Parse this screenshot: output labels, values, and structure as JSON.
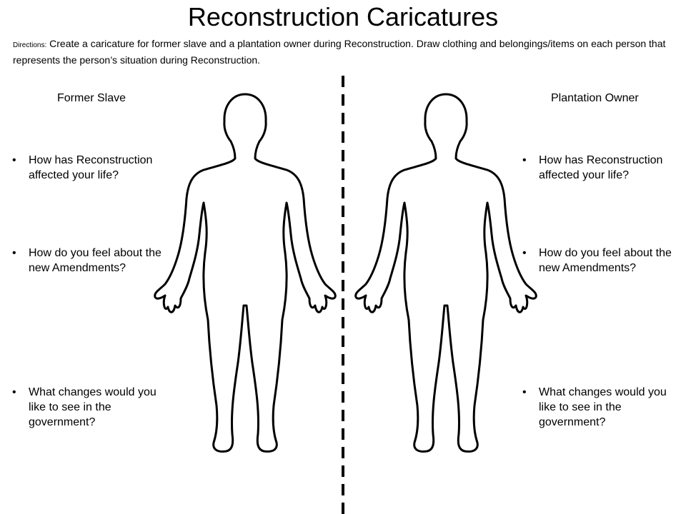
{
  "title": "Reconstruction Caricatures",
  "directions": {
    "label": "Directions:",
    "text": " Create a caricature for former slave and a plantation owner during Reconstruction. Draw clothing and belongings/items on each person that represents the person’s situation during Reconstruction."
  },
  "left_column": {
    "heading": "Former Slave",
    "questions": [
      "How has Reconstruction affected your life?",
      "How do you feel about the new Amendments?",
      "What changes would you like to see in the government?"
    ]
  },
  "right_column": {
    "heading": "Plantation Owner",
    "questions": [
      "How has Reconstruction affected your life?",
      "How do you feel about the new Amendments?",
      "What changes would you like to see in the government?"
    ]
  },
  "bullet_char": "•",
  "icons": {
    "figure": "human-body-outline-icon",
    "divider": "dashed-divider"
  }
}
